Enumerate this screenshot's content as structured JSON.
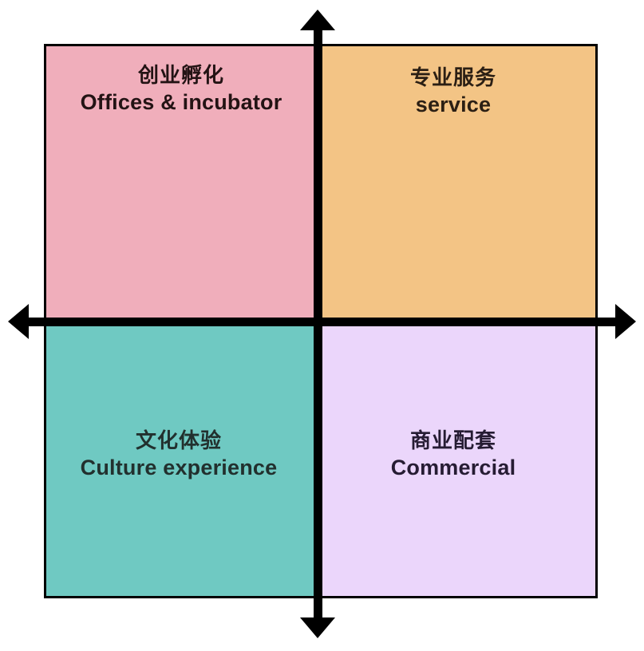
{
  "diagram": {
    "type": "2x2-quadrant-matrix",
    "background_color": "#ffffff",
    "frame_border_color": "#000000",
    "axis_color": "#000000",
    "quadrants": [
      {
        "position": "top-left",
        "label_cn": "创业孵化",
        "label_en": "Offices & incubator",
        "fill_color": "#F0AEBB",
        "text_color": "#231314"
      },
      {
        "position": "top-right",
        "label_cn": "专业服务",
        "label_en": "service",
        "fill_color": "#F3C485",
        "text_color": "#2b1f14"
      },
      {
        "position": "bottom-left",
        "label_cn": "文化体验",
        "label_en": "Culture experience",
        "fill_color": "#6FC9C2",
        "text_color": "#22302e"
      },
      {
        "position": "bottom-right",
        "label_cn": "商业配套",
        "label_en": "Commercial",
        "fill_color": "#EBD6FB",
        "text_color": "#261c33"
      }
    ],
    "axes": {
      "vertical_arrow_up": "arrow-up-icon",
      "vertical_arrow_down": "arrow-down-icon",
      "horizontal_arrow_left": "arrow-left-icon",
      "horizontal_arrow_right": "arrow-right-icon"
    }
  }
}
